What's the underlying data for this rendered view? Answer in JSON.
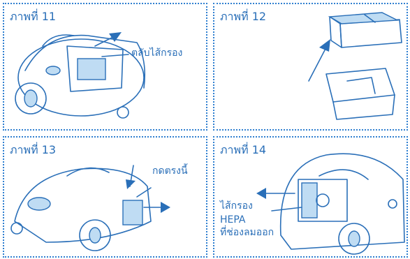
{
  "panels": [
    {
      "caption": "ภาพที่  11",
      "labels": [
        "ตลับไส้กรอง"
      ]
    },
    {
      "caption": "ภาพที่  12",
      "labels": []
    },
    {
      "caption": "ภาพที่  13",
      "labels": [
        "กดตรงนี้"
      ]
    },
    {
      "caption": "ภาพที่  14",
      "labels": [
        "ไส้กรอง",
        "HEPA",
        "ที่ช่องลมออก"
      ]
    }
  ],
  "colors": {
    "ink": "#2a6fb8",
    "border": "#2f7fd0",
    "fill": "#bfdcf3"
  }
}
